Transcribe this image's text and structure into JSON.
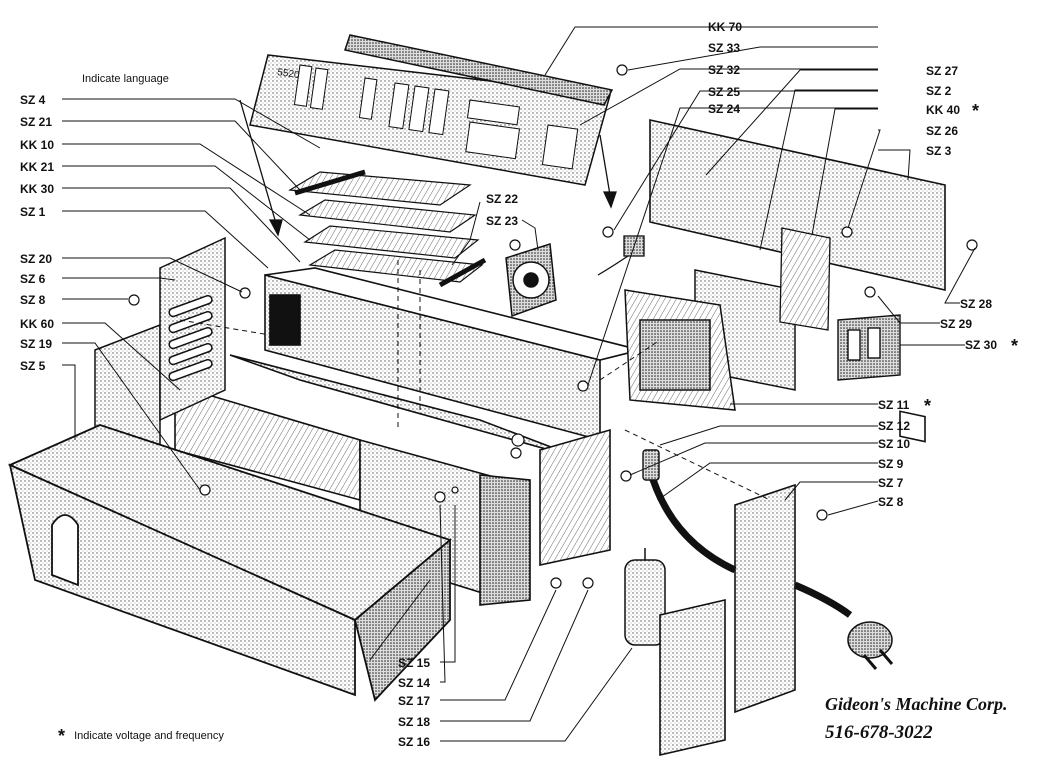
{
  "notes": {
    "language": "Indicate language",
    "voltage_star": "*",
    "voltage": "Indicate voltage and frequency"
  },
  "panel_model": "5520",
  "company": {
    "name": "Gideon's Machine Corp.",
    "phone": "516-678-3022"
  },
  "parts_left": [
    "SZ 4",
    "SZ 21",
    "KK 10",
    "KK 21",
    "KK 30",
    "SZ 1",
    "SZ 20",
    "SZ 6",
    "SZ 8",
    "KK 60",
    "SZ 19",
    "SZ 5"
  ],
  "parts_top": [
    "SZ 22",
    "SZ 23"
  ],
  "parts_right": [
    "KK 70",
    "SZ 33",
    "SZ 32",
    "SZ 25",
    "SZ 24",
    "SZ 27",
    "SZ 2",
    "KK 40",
    "SZ 26",
    "SZ 3",
    "SZ 28",
    "SZ 29",
    "SZ 30",
    "SZ 11",
    "SZ 12",
    "SZ 10",
    "SZ 9",
    "SZ 7",
    "SZ 8"
  ],
  "parts_bottom": [
    "SZ 15",
    "SZ 14",
    "SZ 17",
    "SZ 18",
    "SZ 16"
  ],
  "starred": [
    "KK 40",
    "SZ 30",
    "SZ 11"
  ]
}
